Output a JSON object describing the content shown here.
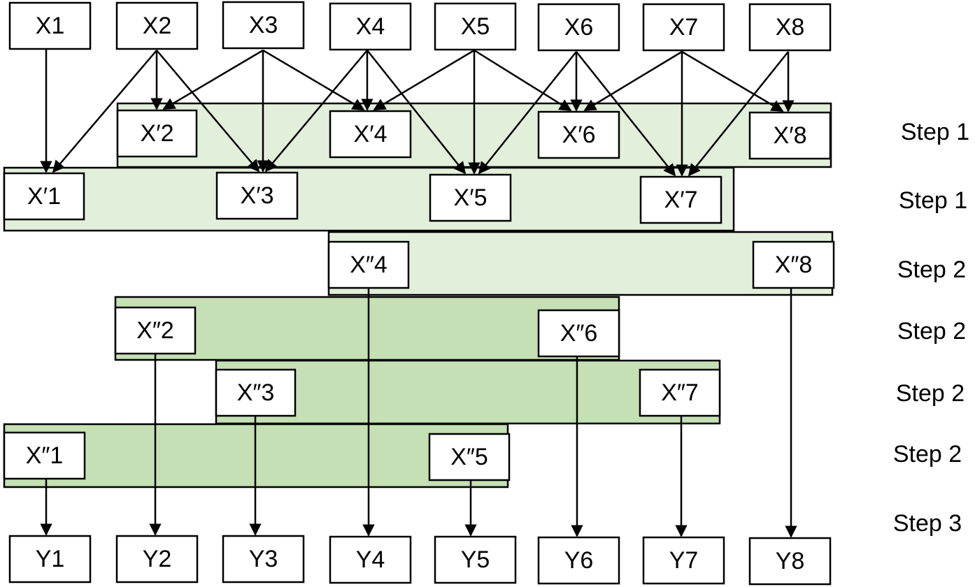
{
  "inputs": [
    "X1",
    "X2",
    "X3",
    "X4",
    "X5",
    "X6",
    "X7",
    "X8"
  ],
  "step1_even": [
    "X′2",
    "X′4",
    "X′6",
    "X′8"
  ],
  "step1_odd": [
    "X′1",
    "X′3",
    "X′5",
    "X′7"
  ],
  "step2": {
    "x4_x8": [
      "X″4",
      "X″8"
    ],
    "x2_x6": [
      "X″2",
      "X″6"
    ],
    "x3_x7": [
      "X″3",
      "X″7"
    ],
    "x1_x5": [
      "X″1",
      "X″5"
    ]
  },
  "outputs": [
    "Y1",
    "Y2",
    "Y3",
    "Y4",
    "Y5",
    "Y6",
    "Y7",
    "Y8"
  ],
  "step_labels": [
    "Step 1",
    "Step 1",
    "Step 2",
    "Step 2",
    "Step 2",
    "Step 2",
    "Step 3"
  ],
  "colors": {
    "band_light": "#e2efda",
    "band_dark": "#c5e0b4",
    "stroke": "#000000"
  }
}
